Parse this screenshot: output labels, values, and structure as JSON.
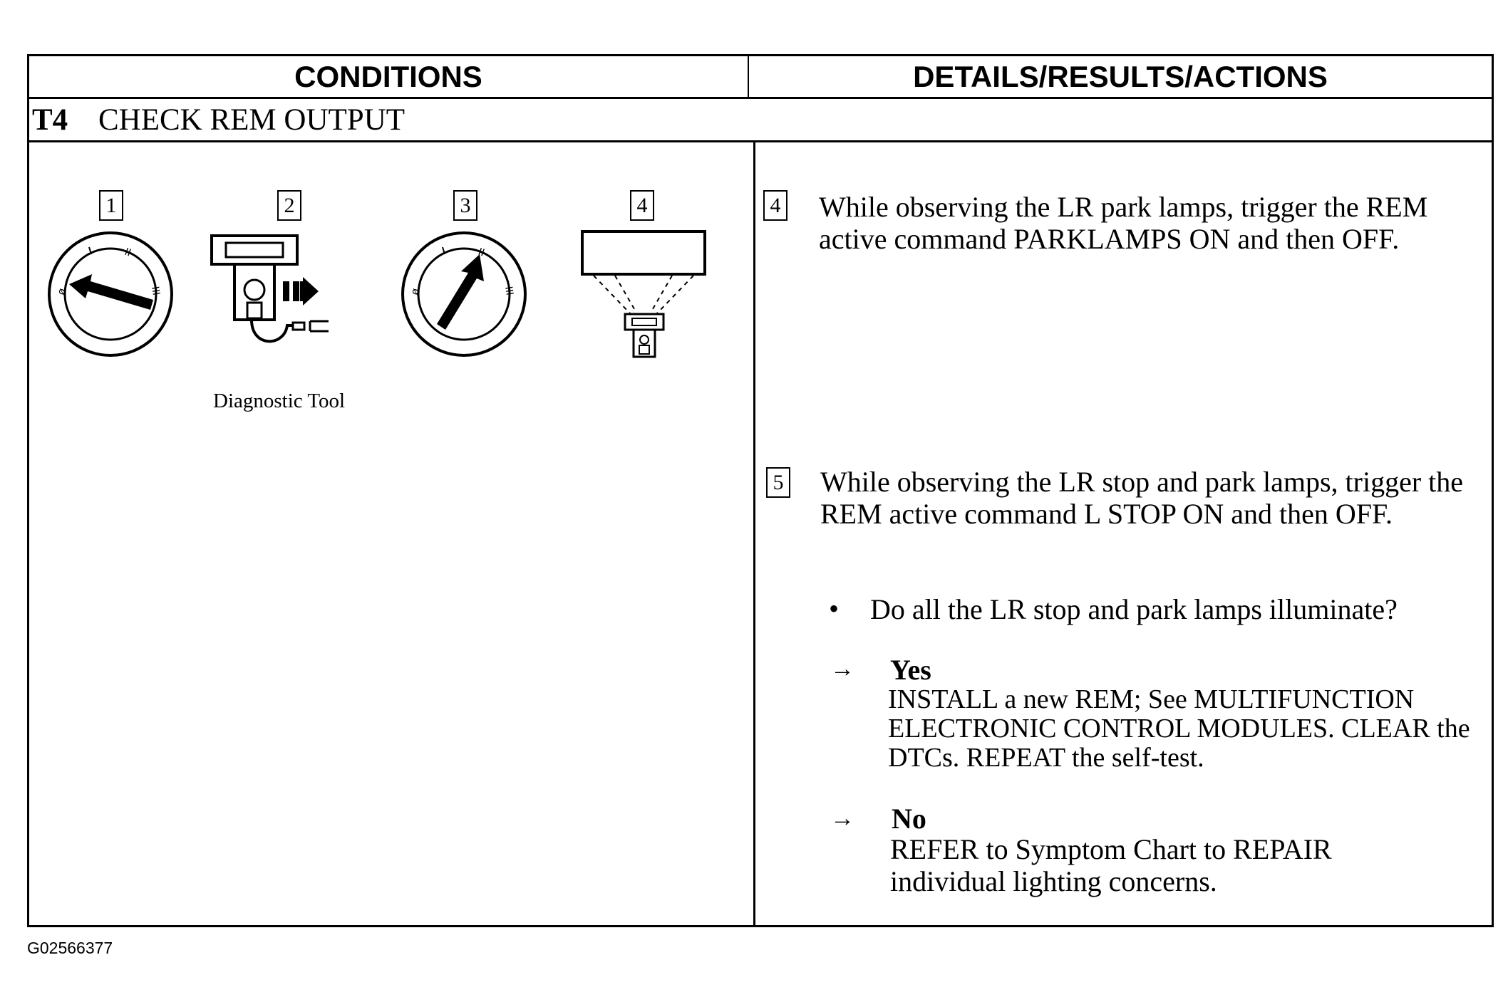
{
  "header": {
    "conditions_label": "CONDITIONS",
    "details_label": "DETAILS/RESULTS/ACTIONS"
  },
  "test": {
    "id": "T4",
    "title": "CHECK REM OUTPUT"
  },
  "figures": [
    {
      "number": "1",
      "icon": "ignition-switch-off-icon"
    },
    {
      "number": "2",
      "icon": "diagnostic-tool-icon",
      "caption": "Diagnostic Tool"
    },
    {
      "number": "3",
      "icon": "ignition-switch-on-icon"
    },
    {
      "number": "4",
      "icon": "diagnostic-tool-reading-icon"
    }
  ],
  "steps": [
    {
      "number": "4",
      "text": "While observing the LR park lamps, trigger the REM active command PARKLAMPS ON and then OFF."
    },
    {
      "number": "5",
      "text": "While observing the LR stop and park lamps, trigger the REM active command L STOP ON and then OFF."
    }
  ],
  "question": {
    "bullet": "•",
    "text": "Do all the LR stop and park lamps illuminate?"
  },
  "responses": [
    {
      "arrow": "→",
      "label": "Yes",
      "text": "INSTALL  a new REM; See MULTIFUNCTION ELECTRONIC CONTROL MODULES. CLEAR the DTCs. REPEAT the self-test."
    },
    {
      "arrow": "→",
      "label": "No",
      "text": "REFER to Symptom Chart to REPAIR individual lighting concerns."
    }
  ],
  "figure_id": "G02566377"
}
